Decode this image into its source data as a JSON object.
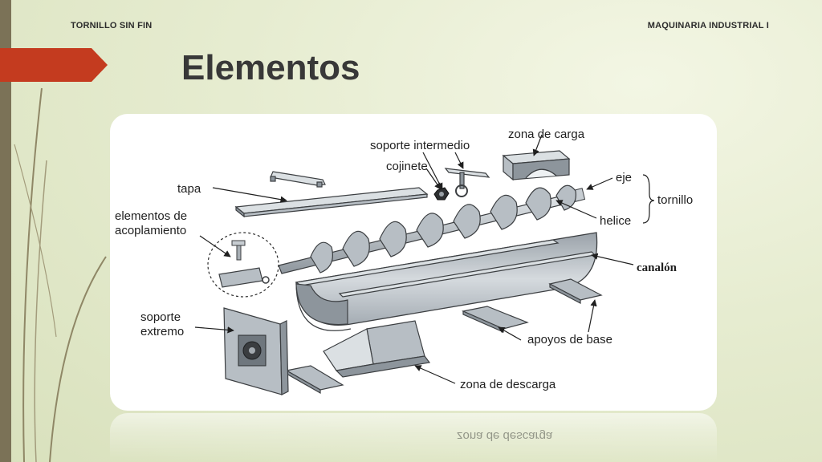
{
  "header": {
    "left_label": "TORNILLO SIN FIN",
    "right_label": "MAQUINARIA INDUSTRIAL I"
  },
  "title": "Elementos",
  "diagram": {
    "labels": {
      "soporte_intermedio": "soporte intermedio",
      "zona_de_carga": "zona de carga",
      "cojinete": "cojinete",
      "tapa": "tapa",
      "eje": "eje",
      "tornillo": "tornillo",
      "helice": "helice",
      "elementos_de": "elementos de",
      "acoplamiento": "acoplamiento",
      "canalon": "canalón",
      "soporte": "soporte",
      "extremo": "extremo",
      "apoyos_de_base": "apoyos de base",
      "zona_de_descarga": "zona de descarga"
    }
  },
  "reflection": {
    "text": "zona de descarga"
  },
  "colors": {
    "accent": "#c43b1f",
    "left_bar": "#7b7257",
    "background": "#e6ecd0"
  }
}
